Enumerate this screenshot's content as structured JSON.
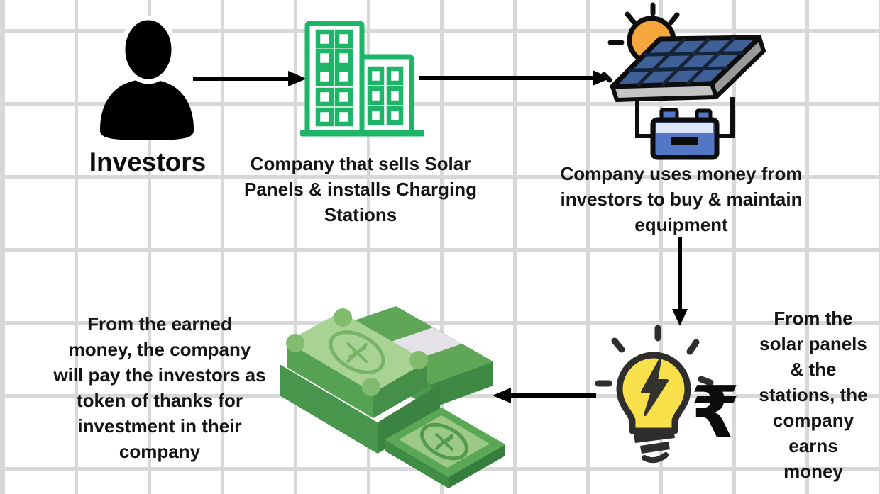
{
  "diagram_type": "investment-flow-infographic",
  "palette": {
    "grid_gray": "#d8d8d8",
    "text_black": "#141414",
    "arrow_black": "#000000",
    "building_green": "#1db567",
    "sun_orange": "#f5a63c",
    "panel_cell_blue": "#3f5f97",
    "panel_dark_navy": "#16243a",
    "panel_edge_gray": "#c4c4c4",
    "battery_blue": "#5377c4",
    "battery_band": "#dde6f6",
    "bulb_yellow": "#f8e04b",
    "bulb_outline": "#2f2e2c",
    "money_top_light_green": "#a9d295",
    "money_mid_green": "#56a254",
    "money_dark_green": "#377f3e",
    "money_band_white": "#e4e1e7"
  },
  "nodes": {
    "investors": {
      "label": "Investors",
      "icon": "person-icon"
    },
    "company": {
      "icon": "building-icon",
      "lines": [
        "Company that sells Solar",
        "Panels & installs Charging",
        "Stations"
      ]
    },
    "equipment": {
      "icon": "solar-panel-battery-icon",
      "lines": [
        "Company uses money from",
        "investors to buy & maintain",
        "equipment"
      ]
    },
    "earnings": {
      "icon": "lightbulb-energy-icon",
      "currency_symbol": "₹",
      "lines": [
        "From the",
        "solar panels",
        "& the",
        "stations, the",
        "company",
        "earns",
        "money"
      ]
    },
    "payout": {
      "icon": "money-stack-icon",
      "lines": [
        "From the earned",
        "money, the company",
        "will pay the investors as",
        "token of thanks for",
        "investment in their",
        "company"
      ]
    }
  },
  "flows": [
    {
      "from": "investors",
      "to": "company",
      "direction": "right"
    },
    {
      "from": "company",
      "to": "equipment",
      "direction": "right"
    },
    {
      "from": "equipment",
      "to": "earnings",
      "direction": "down"
    },
    {
      "from": "earnings",
      "to": "payout",
      "direction": "left"
    }
  ]
}
